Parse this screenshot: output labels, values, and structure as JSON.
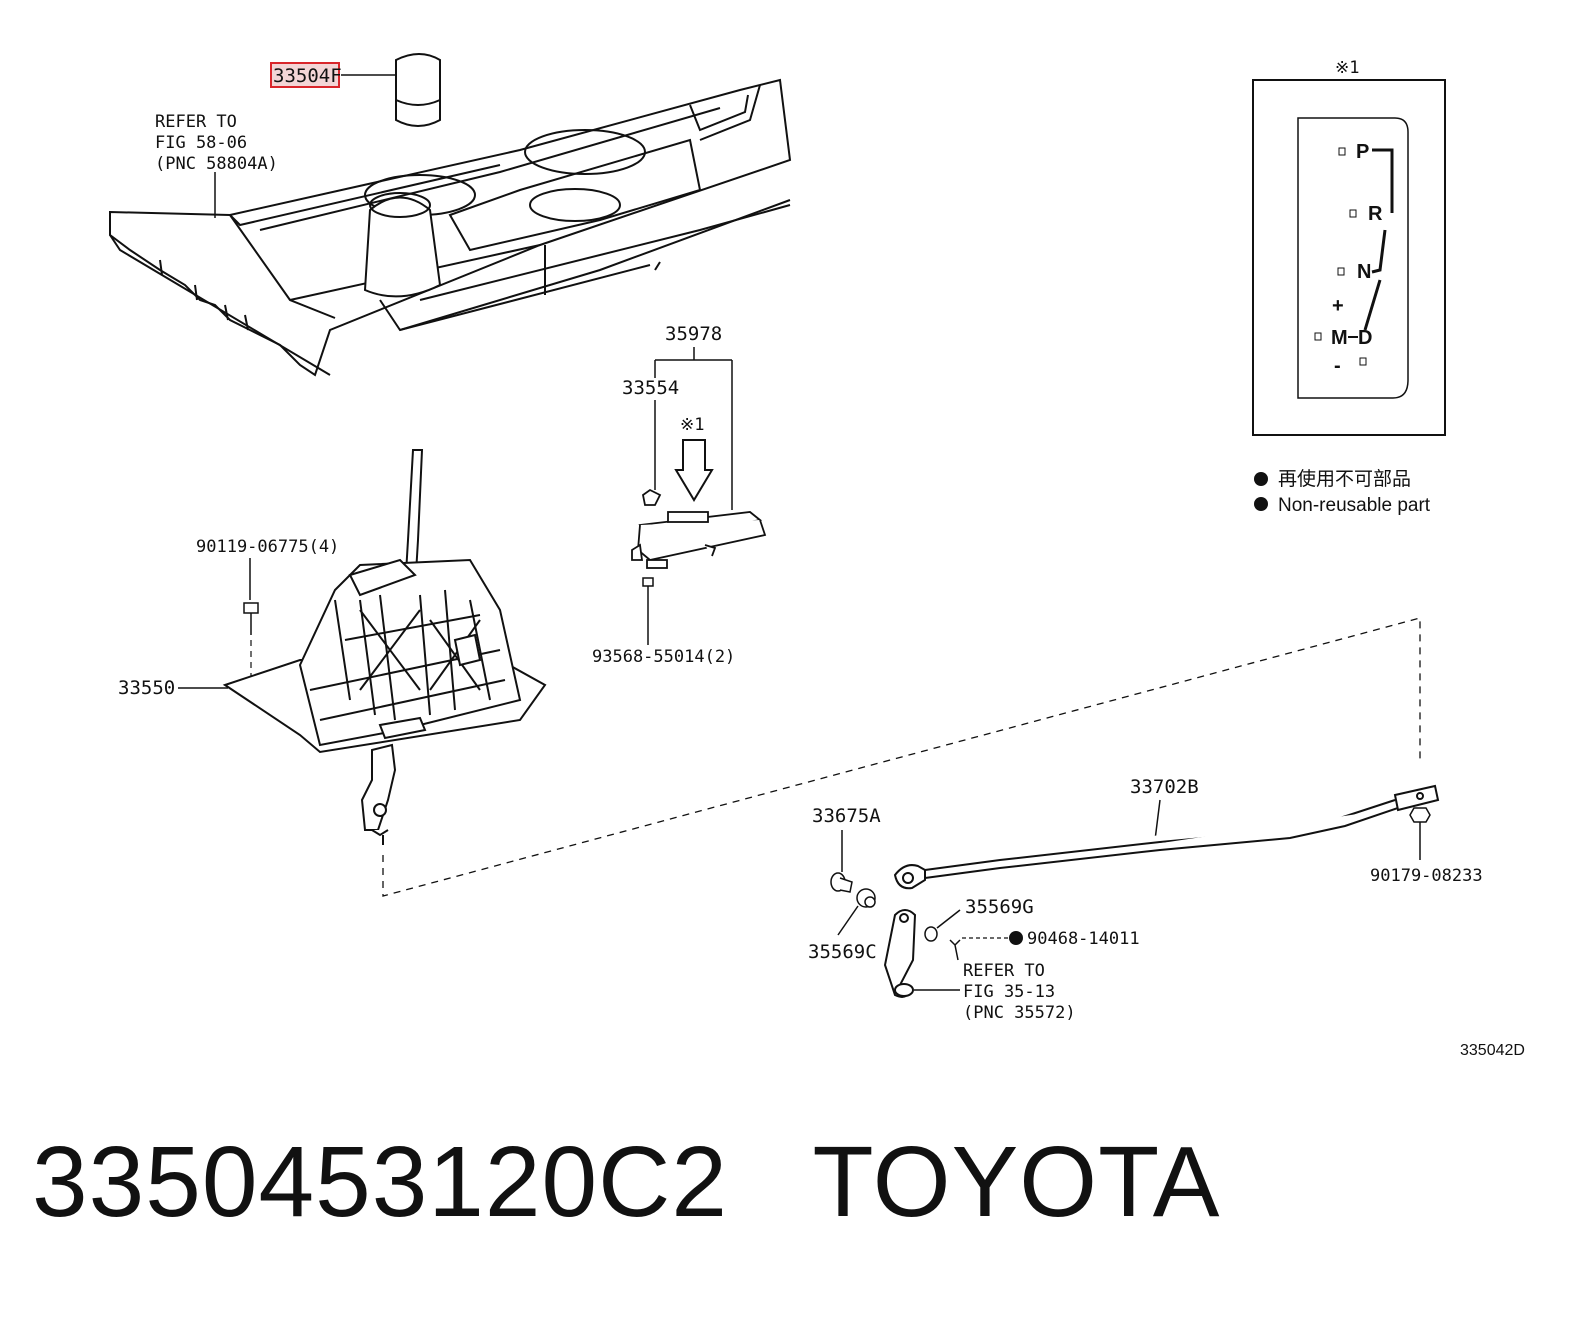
{
  "labels": {
    "knob": "33504F",
    "refer_console_1": "REFER TO",
    "refer_console_2": "FIG 58-06",
    "refer_console_3": "(PNC 58804A)",
    "indicator_assy": "35978",
    "bulb": "33554",
    "note_mark_arrow": "※1",
    "bolt_shift": "90119-06775(4)",
    "shift_lever_assy": "33550",
    "screw_indicator": "93568-55014(2)",
    "cable": "33702B",
    "clip": "33675A",
    "bushing_g": "35569G",
    "bushing_c": "35569C",
    "pin": "90468-14011",
    "refer_lever_1": "REFER TO",
    "refer_lever_2": "FIG 35-13",
    "refer_lever_3": "(PNC 35572)",
    "nut": "90179-08233",
    "figure_code": "335042D"
  },
  "inset": {
    "note_mark": "※1",
    "gates": [
      "P",
      "R",
      "N",
      "+",
      "M",
      "-",
      "D"
    ]
  },
  "legend": {
    "cn": "再使用不可部品",
    "en": "Non-reusable part"
  },
  "footer": {
    "part_number": "3350453120C2",
    "brand": "TOYOTA"
  },
  "colors": {
    "line": "#111111",
    "highlight": "#d9262b",
    "highlight_fill": "#f3d5d6"
  }
}
